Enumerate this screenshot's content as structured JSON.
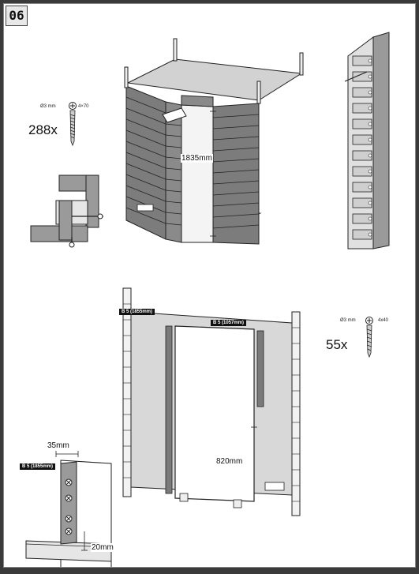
{
  "page": {
    "step_number": "06"
  },
  "top_section": {
    "screw": {
      "diameter_label": "Ø3 mm",
      "size_label": "4×70",
      "quantity": "288x"
    },
    "dimension_height": "1835mm"
  },
  "bottom_section": {
    "screw": {
      "diameter_label": "Ø3 mm",
      "size_label": "4x40",
      "quantity": "55x"
    },
    "tag_left": "B 5 (1855mm)",
    "tag_top": "B 5 (1057mm)",
    "dimension_height": "820mm",
    "detail": {
      "tag": "B 5 (1855mm)",
      "width": "35mm",
      "offset": "20mm"
    }
  },
  "colors": {
    "panel_gray": "#9a9a9a",
    "panel_dark": "#6e6e6e",
    "line": "#222222"
  }
}
